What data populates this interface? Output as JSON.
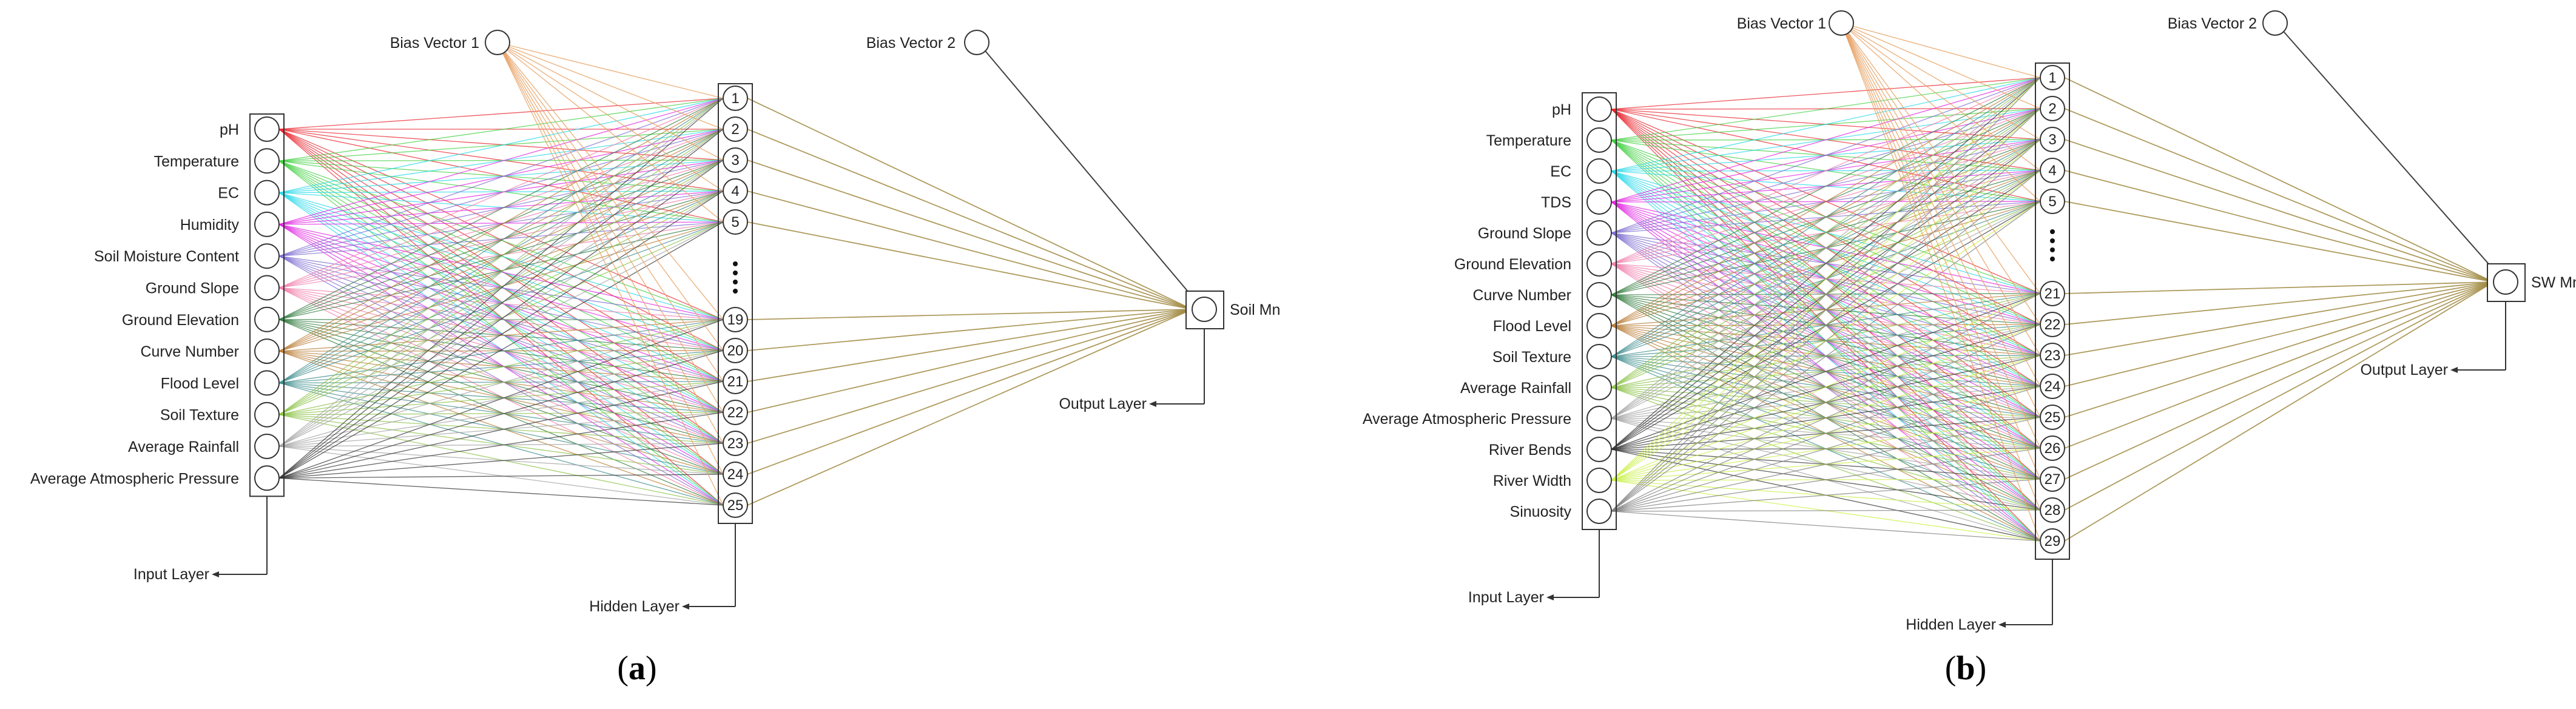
{
  "panels": [
    {
      "id": "a",
      "panel_label": "a",
      "bias1_label": "Bias Vector 1",
      "bias2_label": "Bias Vector 2",
      "inputs": [
        "pH",
        "Temperature",
        "EC",
        "Humidity",
        "Soil Moisture Content",
        "Ground Slope",
        "Ground Elevation",
        "Curve Number",
        "Flood Level",
        "Soil Texture",
        "Average Rainfall",
        "Average Atmospheric Pressure"
      ],
      "hidden_top": [
        "1",
        "2",
        "3",
        "4",
        "5"
      ],
      "hidden_bottom": [
        "19",
        "20",
        "21",
        "22",
        "23",
        "24",
        "25"
      ],
      "output_label": "Soil Mn",
      "input_layer_label": "Input Layer",
      "hidden_layer_label": "Hidden Layer",
      "output_layer_label": "Output Layer"
    },
    {
      "id": "b",
      "panel_label": "b",
      "bias1_label": "Bias Vector 1",
      "bias2_label": "Bias Vector 2",
      "inputs": [
        "pH",
        "Temperature",
        "EC",
        "TDS",
        "Ground Slope",
        "Ground Elevation",
        "Curve Number",
        "Flood Level",
        "Soil Texture",
        "Average Rainfall",
        "Average Atmospheric Pressure",
        "River Bends",
        "River Width",
        "Sinuosity"
      ],
      "hidden_top": [
        "1",
        "2",
        "3",
        "4",
        "5"
      ],
      "hidden_bottom": [
        "21",
        "22",
        "23",
        "24",
        "25",
        "26",
        "27",
        "28",
        "29"
      ],
      "output_label": "SW Mn",
      "input_layer_label": "Input Layer",
      "hidden_layer_label": "Hidden Layer",
      "output_layer_label": "Output Layer"
    }
  ],
  "colors": {
    "input_lines": [
      "#e8202a",
      "#3ccf3c",
      "#22d8e8",
      "#e020e0",
      "#7a6ad0",
      "#f07aa8",
      "#2e7a3a",
      "#b87a30",
      "#3a8a8a",
      "#88c040",
      "#a0a0a0",
      "#303030",
      "#c8f040",
      "#7a7a7a"
    ],
    "bias1_lines": "#e8a060",
    "output_lines": "#a08840",
    "bias2_line": "#404040"
  }
}
